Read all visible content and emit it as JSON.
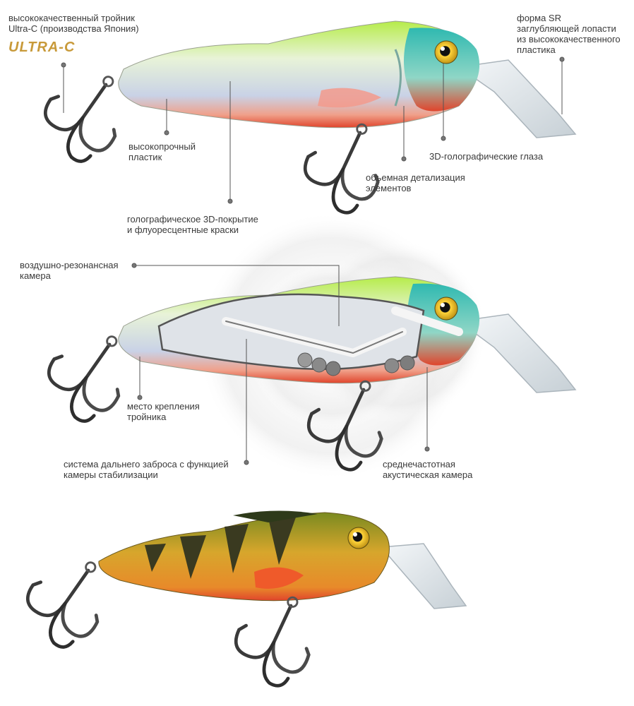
{
  "labels": {
    "hook_ultra": [
      "высококачественный тройник",
      "Ultra-C (производства Япония)"
    ],
    "logo_text": "ULTRA-C",
    "sr_lip": [
      "форма SR",
      "заглубляющей лопасти",
      "из высококачественного",
      "пластика"
    ],
    "plastic": [
      "высокопрочный",
      "пластик"
    ],
    "eyes": [
      "3D-голографические глаза"
    ],
    "detail": [
      "объемная детализация",
      "элементов"
    ],
    "coating": [
      "голографическое 3D-покрытие",
      "и флуоресцентные краски"
    ],
    "air_chamber": [
      "воздушно-резонансная",
      "камера"
    ],
    "mount": [
      "место крепления",
      "тройника"
    ],
    "long_cast": [
      "система дальнего заброса с функцией",
      "камеры стабилизации"
    ],
    "mid_chamber": [
      "среднечастотная",
      "акустическая камера"
    ]
  },
  "colors": {
    "green": "#a8e34a",
    "green_light": "#d8f59a",
    "red": "#e0452c",
    "head": "#3fbfb0",
    "lip": "#dfe6ea",
    "hook": "#3a3a3a",
    "perch_body": "#d7a62c",
    "perch_stripe": "#3a3a20",
    "line": "#555555"
  }
}
